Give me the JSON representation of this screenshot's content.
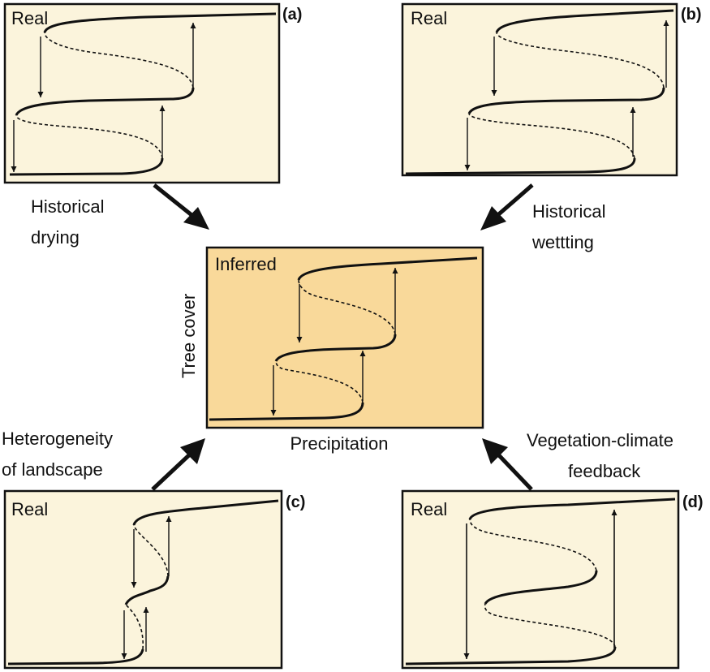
{
  "colors": {
    "panel_fill": "#fbf4dc",
    "center_fill": "#f9d99a",
    "stroke": "#111111"
  },
  "panels": {
    "a": {
      "title": "Real",
      "tag": "(a)"
    },
    "b": {
      "title": "Real",
      "tag": "(b)"
    },
    "c": {
      "title": "Real",
      "tag": "(c)"
    },
    "d": {
      "title": "Real",
      "tag": "(d)"
    },
    "center": {
      "title": "Inferred",
      "y_label": "Tree cover",
      "x_label": "Precipitation"
    }
  },
  "factors": {
    "top_left": [
      "Historical",
      "drying"
    ],
    "top_right": [
      "Historical",
      "wettting"
    ],
    "bottom_left": [
      "Heterogeneity",
      "of landscape"
    ],
    "bottom_right": [
      "Vegetation-climate",
      "feedback"
    ]
  }
}
